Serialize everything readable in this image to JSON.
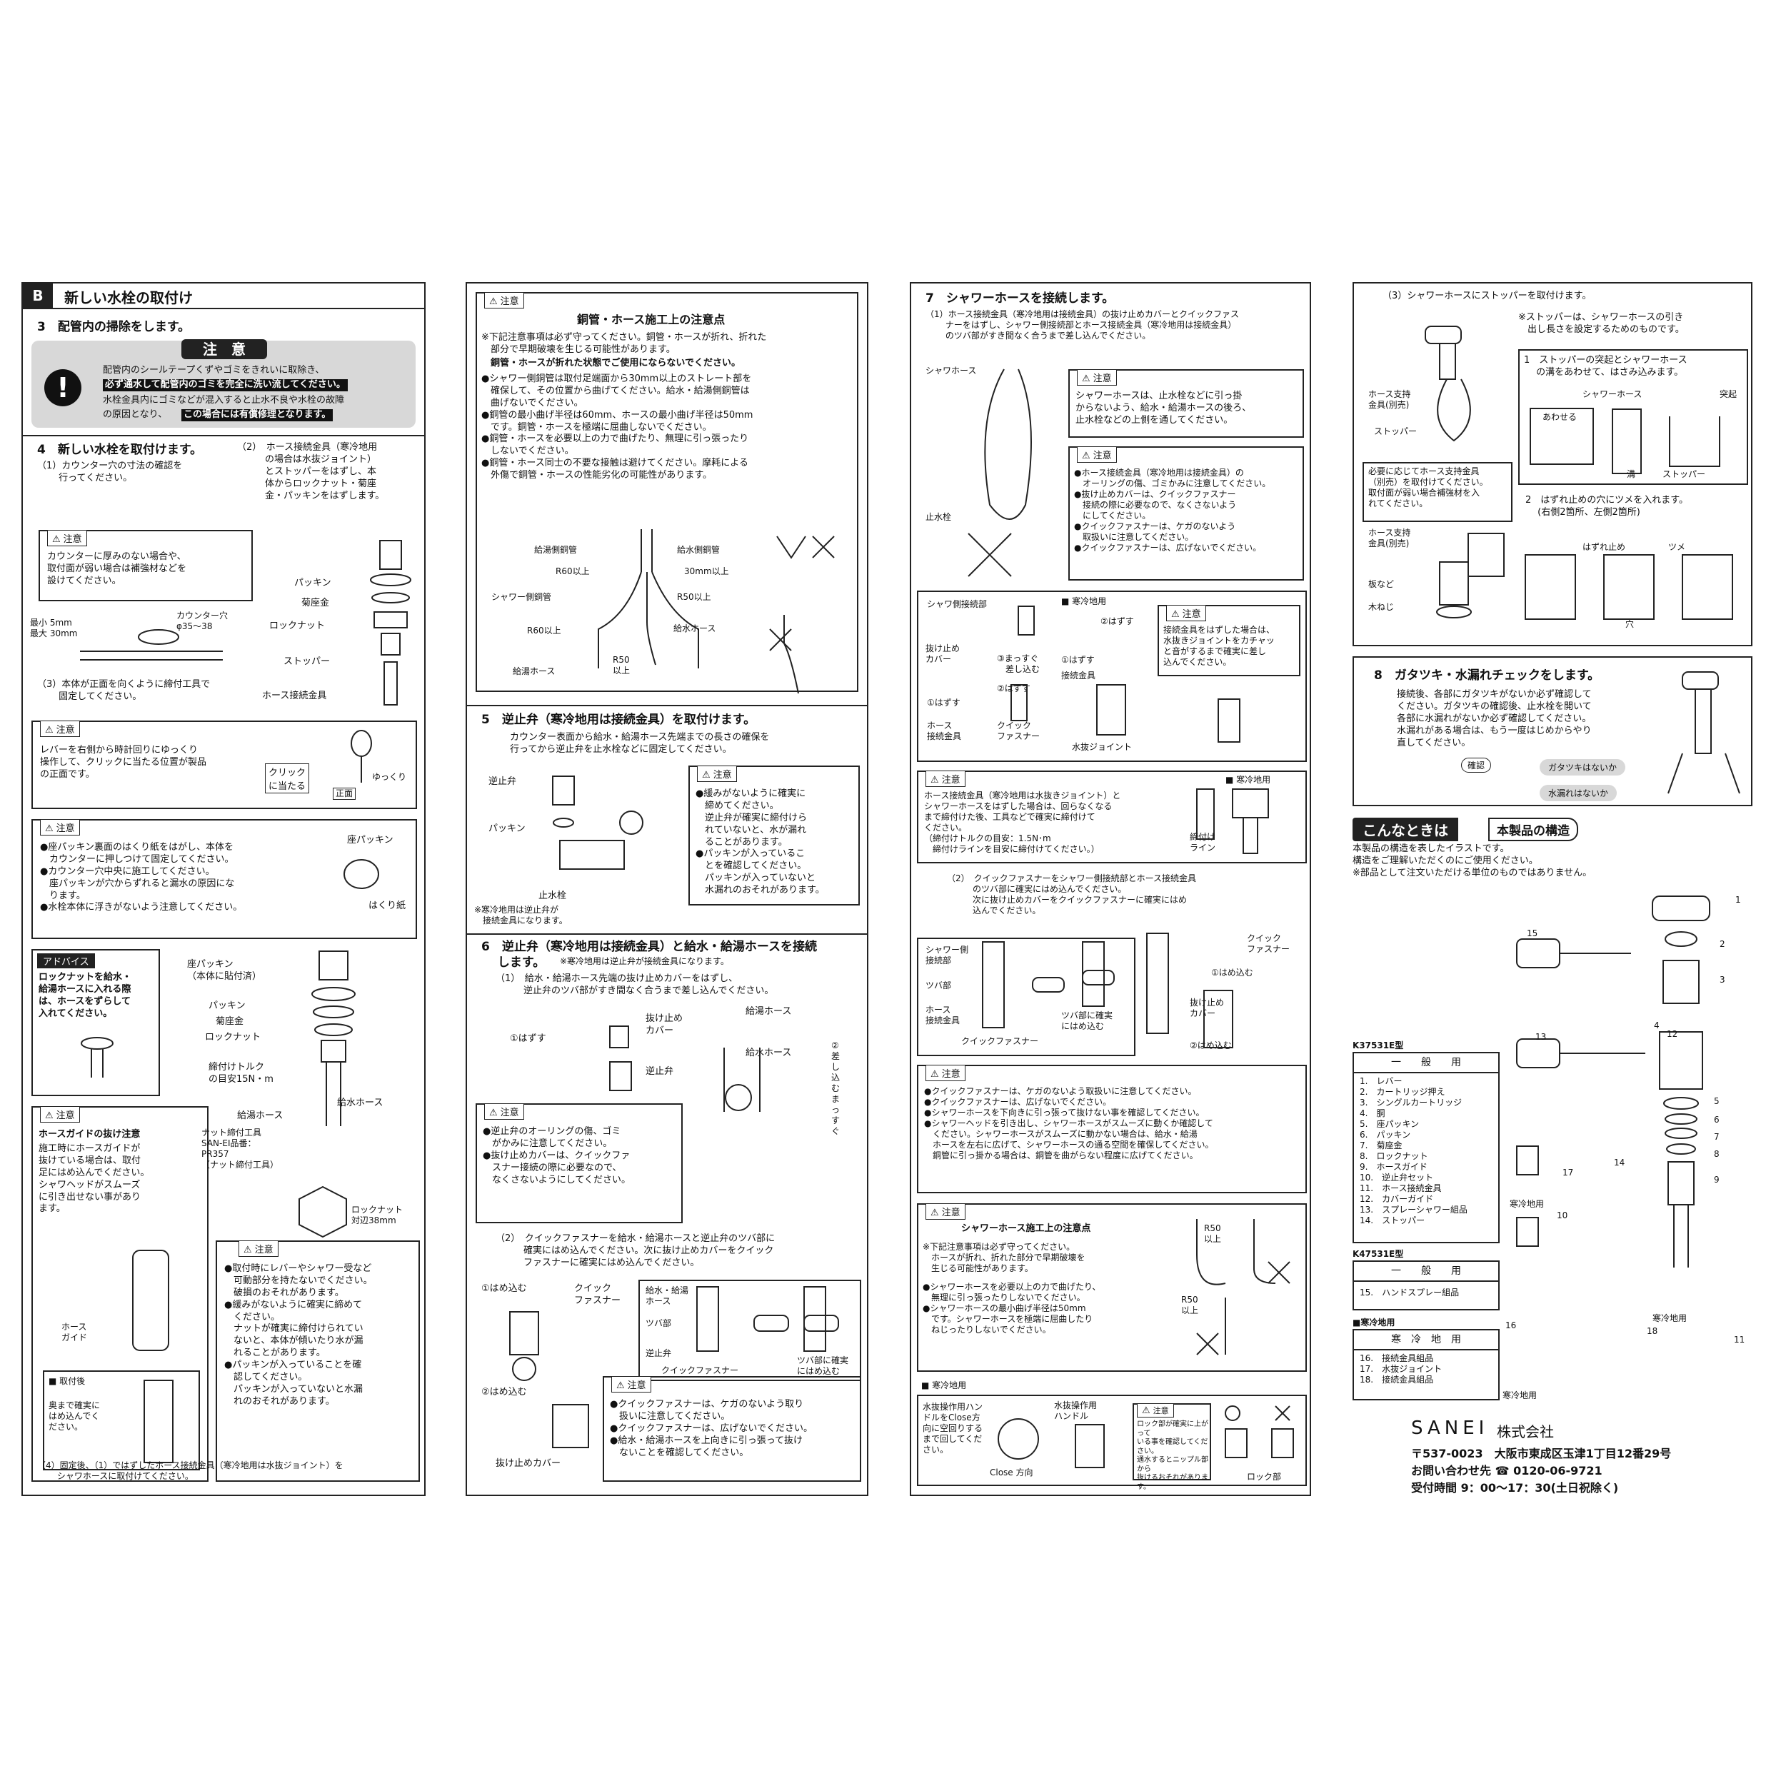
{
  "col1": {
    "section_letter": "B",
    "section_title": "新しい水栓の取付け",
    "step3": "3　配管内の掃除をします。",
    "caution_title": "注　意",
    "caution_l1": "配管内のシールテープくずやゴミをきれいに取除き、",
    "caution_l2": "必ず通水して配管内のゴミを完全に洗い流してください。",
    "caution_l3": "水栓金具内にゴミなどが混入すると止水不良や水栓の故障",
    "caution_l4a": "の原因となり、",
    "caution_l4b": "この場合には有償修理となります。",
    "step4": "4　新しい水栓を取付けます。",
    "step4_1": "（1）カウンター穴の寸法の確認を\n　　 行ってください。",
    "step4_2": "（2）　ホース接続金具（寒冷地用\n　　　の場合は水抜ジョイント）\n　　　とストッパーをはずし、本\n　　　体からロックナット・菊座\n　　　金・パッキンをはずします。",
    "note_label": "注意",
    "note1": "カウンターに厚みのない場合や、\n取付面が弱い場合は補強材などを\n設けてください。",
    "dim1": "最小 5mm\n最大 30mm",
    "dim2": "カウンター穴\nφ35～38",
    "part_packing": "パッキン",
    "part_kikuza": "菊座金",
    "part_locknut": "ロックナット",
    "part_stopper": "ストッパー",
    "part_hose_conn": "ホース接続金具",
    "step4_3": "（3）本体が正面を向くように締付工具で\n　　 固定してください。",
    "note2": "レバーを右側から時計回りにゆっくり\n操作して、クリックに当たる位置が製品\nの正面です。",
    "click_label": "クリック\nに当たる",
    "front_label": "正面",
    "slowly_label": "ゆっくり",
    "note3": "●座パッキン裏面のはくり紙をはがし、本体を\n　カウンターに押しつけて固定してください。\n●カウンター穴中央に施工してください。\n　座パッキンが穴からずれると漏水の原因にな\n　ります。\n●水栓本体に浮きがないよう注意してください。",
    "za_packing": "座パッキン",
    "hakuri": "はくり紙",
    "advice_label": "アドバイス",
    "advice": "ロックナットを給水・\n給湯ホースに入れる際\nは、ホースをずらして\n入れてください。",
    "za_packing2": "座パッキン\n（本体に貼付済）",
    "torque": "締付けトルク\nの目安15N・m",
    "hot_hose": "給湯ホース",
    "cold_hose": "給水ホース",
    "note4_title": "ホースガイドの抜け注意",
    "note4": "施工時にホースガイドが\n抜けている場合は、取付\n足にはめ込んでください。\nシャワヘッドがスムーズ\nに引き出せない事があり\nます。",
    "hose_guide": "ホース\nガイド",
    "after_install": "■ 取付後",
    "after_install_note": "奥まで確実に\nはめ込んでく\nださい。",
    "tool": "ナット締付工具\nSAN-EI品番：\nPR357\n（ナット締付工具）",
    "locknut_size": "ロックナット\n対辺38mm",
    "note5": "●取付時にレバーやシャワー受など\n　可動部分を持たないでください。\n　破損のおそれがあります。\n●緩みがないように確実に締めて\n　ください。\n　ナットが確実に締付けられてい\n　ないと、本体が傾いたり水が漏\n　れることがあります。\n●パッキンが入っていることを確\n　認してください。\n　パッキンが入っていないと水漏\n　れのおそれがあります。",
    "step4_4": "（4）固定後、（1）ではずしたホース接続金具（寒冷地用は水抜ジョイント）を\n　　 シャワホースに取付けてください。"
  },
  "col2": {
    "note_label": "注意",
    "pipe_title": "銅管・ホース施工上の注意点",
    "pipe_intro": "※下記注意事項は必ず守ってください。銅管・ホースが折れ、折れた\n　部分で早期破壊を生じる可能性があります。",
    "pipe_intro_b": "　銅管・ホースが折れた状態でご使用にならないでください。",
    "pipe_list": "●シャワー側銅管は取付足端面から30mm以上のストレート部を\n　確保して、その位置から曲げてください。給水・給湯側銅管は\n　曲げないでください。\n●銅管の最小曲げ半径は60mm、ホースの最小曲げ半径は50mm\n　です。銅管・ホースを極端に屈曲しないでください。\n●銅管・ホースを必要以上の力で曲げたり、無理に引っ張ったり\n　しないでください。\n●銅管・ホース同士の不要な接触は避けてください。摩耗による\n　外傷で銅管・ホースの性能劣化の可能性があります。",
    "lbl_hot_pipe": "給湯側銅管",
    "lbl_cold_pipe": "給水側銅管",
    "lbl_r60a": "R60以上",
    "lbl_30mm": "30mm以上",
    "lbl_shower_pipe": "シャワー側銅管",
    "lbl_r50a": "R50以上",
    "lbl_r60b": "R60以上",
    "lbl_cold_hose": "給水ホース",
    "lbl_hot_hose": "給湯ホース",
    "lbl_r50b": "R50\n以上",
    "step5": "5　逆止弁（寒冷地用は接続金具）を取付けます。",
    "step5_desc": "カウンター表面から給水・給湯ホース先端までの長さの確保を\n行ってから逆止弁を止水栓などに固定してください。",
    "lbl_check_valve": "逆止弁",
    "lbl_packing": "パッキン",
    "lbl_stop_valve": "止水栓",
    "step5_note": "●緩みがないように確実に\n　締めてください。\n　逆止弁が確実に締付けら\n　れていないと、水が漏れ\n　ることがあります。\n●パッキンが入っているこ\n　とを確認してください。\n　パッキンが入っていないと\n　水漏れのおそれがあります。",
    "step5_foot": "※寒冷地用は逆止弁が\n　接続金具になります。",
    "step6": "6　逆止弁（寒冷地用は接続金具）と給水・給湯ホースを接続\n　 します。",
    "step6_small": "※寒冷地用は逆止弁が接続金具になります。",
    "step6_1": "（1）　給水・給湯ホース先端の抜け止めカバーをはずし、\n　　　逆止弁のツバ部がすき間なく合うまで差し込んでください。",
    "lbl_remove": "①はずす",
    "lbl_cover": "抜け止め\nカバー",
    "lbl_hot_hose2": "給湯ホース",
    "lbl_cold_hose2": "給水ホース",
    "lbl_check_valve2": "逆止弁",
    "lbl_insert": "②\n差\nし\n込\nむ\nま\nっ\nす\nぐ",
    "step6_note": "●逆止弁のオーリングの傷、ゴミ\n　がかみに注意してください。\n●抜け止めカバーは、クイックファ\n　スナー接続の際に必要なので、\n　なくさないようにしてください。",
    "step6_2": "（2）　クイックファスナーを給水・給湯ホースと逆止弁のツバ部に\n　　　確実にはめ込んでください。次に抜け止めカバーをクイック\n　　　ファスナーに確実にはめ込んでください。",
    "lbl_fit1": "①はめ込む",
    "lbl_quick": "クイック\nファスナー",
    "lbl_hoses": "給水・給湯\nホース",
    "lbl_tsuba": "ツバ部",
    "lbl_check3": "逆止弁",
    "lbl_quick2": "クイックファスナー",
    "lbl_tsuba_fit": "ツバ部に確実\nにはめ込む",
    "lbl_fit2": "②はめ込む",
    "lbl_cover2": "抜け止めカバー",
    "step6_note2": "●クイックファスナーは、ケガのないよう取り\n　扱いに注意してください。\n●クイックファスナーは、広げないでください。\n●給水・給湯ホースを上向きに引っ張って抜け\n　ないことを確認してください。"
  },
  "col3": {
    "note_label": "注意",
    "step7": "7　シャワーホースを接続します。",
    "step7_1": "（1）ホース接続金具（寒冷地用は接続金具）の抜け止めカバーとクイックファス\n　　 ナーをはずし、シャワー側接続部とホース接続金具（寒冷地用は接続金具）\n　　 のツバ部がすき間なく合うまで差し込んでください。",
    "lbl_shower_hose": "シャワホース",
    "lbl_stop_valve": "止水栓",
    "note_a": "シャワーホースは、止水栓などに引っ掛\nからないよう、給水・給湯ホースの後ろ、\n止水栓などの上側を通してください。",
    "note_b": "●ホース接続金具（寒冷地用は接続金具）の\n　オーリングの傷、ゴミかみに注意してください。\n●抜け止めカバーは、クイックファスナー\n　接続の際に必要なので、なくさないよう\n　にしてください。\n●クイックファスナーは、ケガのないよう\n　取扱いに注意してください。\n●クイックファスナーは、広げないでください。",
    "lbl_shower_side": "シャワ側接続部",
    "lbl_cold_region": "■ 寒冷地用",
    "lbl_remove2": "②はずす",
    "lbl_cover": "抜け止め\nカバー",
    "lbl_straight": "③まっすぐ\n　差し込む",
    "lbl_remove1a": "①はずす",
    "lbl_remove2b": "②はずす",
    "lbl_remove1b": "①はずす",
    "lbl_conn": "接続金具",
    "lbl_hose_conn": "ホース\n接続金具",
    "lbl_quick": "クイック\nファスナー",
    "lbl_drain_joint": "水抜ジョイント",
    "note_c": "接続金具をはずした場合は、\n水抜きジョイントをカチャッ\nと音がするまで確実に差し\n込んでください。",
    "note_d": "ホース接続金具（寒冷地用は水抜きジョイント）と\nシャワーホースをはずした場合は、回らなくなる\nまで締付けた後、工具などで確実に締付けて\nください。\n（締付けトルクの目安：1.5N･m\n　締付けラインを目安に締付けてください。）",
    "lbl_cold_region2": "■ 寒冷地用",
    "lbl_tighten_line": "締付け\nライン",
    "step7_2": "（2）　クイックファスナーをシャワー側接続部とホース接続金具\n　　　のツバ部に確実にはめ込んでください。\n　　　次に抜け止めカバーをクイックファスナーに確実にはめ\n　　　込んでください。",
    "lbl_shower_side2": "シャワー側\n接続部",
    "lbl_tsuba": "ツバ部",
    "lbl_hose_conn2": "ホース\n接続金具",
    "lbl_quick2": "クイックファスナー",
    "lbl_tsuba_fit": "ツバ部に確実\nにはめ込む",
    "lbl_quick3": "クイック\nファスナー",
    "lbl_fit1": "①はめ込む",
    "lbl_cover3": "抜け止め\nカバー",
    "lbl_fit2": "②はめ込む",
    "note_e": "●クイックファスナーは、ケガのないよう取扱いに注意してください。\n●クイックファスナーは、広げないでください。\n●シャワーホースを下向きに引っ張って抜けない事を確認してください。\n●シャワーヘッドを引き出し、シャワーホースがスムーズに動くか確認して\n　ください。シャワーホースがスムーズに動かない場合は、給水・給湯\n　ホースを左右に広げて、シャワーホースの通る空間を確保してください。\n　銅管に引っ掛かる場合は、銅管を曲がらない程度に広げてください。",
    "hose_title": "シャワーホース施工上の注意点",
    "hose_intro": "※下記注意事項は必ず守ってください。\n　ホースが折れ、折れた部分で早期破壊を\n　生じる可能性があります。",
    "hose_list": "●シャワーホースを必要以上の力で曲げたり、\n　無理に引っ張ったりしないでください。\n●シャワーホースの最小曲げ半径は50mm\n　です。シャワーホースを極端に屈曲したり\n　ねじったりしないでください。",
    "lbl_r50a": "R50\n以上",
    "lbl_r50b": "R50\n以上",
    "cold_box_title": "■ 寒冷地用",
    "cold_handle": "水抜操作用ハン\nドルをClose方\n向に空回りする\nまで回してくだ\nさい。",
    "lbl_handle": "水抜操作用\nハンドル",
    "lbl_close": "Close 方向",
    "cold_note": "ロック部が確実に上がって\nいる事を確認してください。\n通水するとニップル部から\n抜けるおそれがあります。",
    "lbl_lock": "ロック部"
  },
  "col4": {
    "step7_3": "（3）シャワーホースにストッパーを取付けます。",
    "stopper_note": "※ストッパーは、シャワーホースの引き\n　出し長さを設定するためのものです。",
    "lbl_hose_support": "ホース支持\n金具(別売)",
    "lbl_stopper": "ストッパー",
    "sub1": "1　ストッパーの突起とシャワーホース\n　 の溝をあわせて、はさみ込みます。",
    "lbl_shower_hose": "シャワーホース",
    "lbl_protrusion": "突起",
    "lbl_align": "あわせる",
    "lbl_groove": "溝",
    "lbl_stopper2": "ストッパー",
    "support_note": "必要に応じてホース支持金具\n（別売）を取付けてください。\n取付面が弱い場合補強材を入\nれてください。",
    "sub2": "2　はずれ止めの穴にツメを入れます。\n　 (右側2箇所、左側2箇所)",
    "lbl_hose_support2": "ホース支持\n金具(別売)",
    "lbl_plate": "板など",
    "lbl_screw": "木ねじ",
    "lbl_stop": "はずれ止め",
    "lbl_claw": "ツメ",
    "lbl_hole": "穴",
    "step8": "8　ガタツキ・水漏れチェックをします。",
    "step8_desc": "接続後、各部にガタツキがないか必ず確認して\nください。ガタツキの確認後、止水栓を開いて\n各部に水漏れがないか必ず確認してください。\n水漏れがある場合は、もう一度はじめからやり\n直してください。",
    "lbl_check": "確認",
    "check1": "ガタツキはないか",
    "check2": "水漏れはないか",
    "struct_title_a": "こんなときは",
    "struct_title_b": "本製品の構造",
    "struct_desc": "本製品の構造を表したイラストです。\n構造をご理解いただくのにご使用ください。\n※部品として注文いただける単位のものではありません。",
    "model1": "K37531E型",
    "general_label": "一　　般　　用",
    "parts1": "1.　レバー\n2.　カートリッジ押え\n3.　シングルカートリッジ\n4.　胴\n5.　座パッキン\n6.　パッキン\n7.　菊座金\n8.　ロックナット\n9.　ホースガイド\n10.　逆止弁セット\n11.　ホース接続金具\n12.　カバーガイド\n13.　スプレーシャワー組品\n14.　ストッパー",
    "model2": "K47531E型",
    "general_label2": "一　　般　　用",
    "parts2": "15.　ハンドスプレー組品",
    "cold_label": "■寒冷地用",
    "cold_table_head": "寒　冷　地　用",
    "parts3": "16.　接続金具組品\n17.　水抜ジョイント\n18.　接続金具組品",
    "lbl_cold1": "寒冷地用",
    "lbl_cold2": "寒冷地用",
    "lbl_cold3": "寒冷地用",
    "callouts": [
      "1",
      "2",
      "3",
      "4",
      "5",
      "6",
      "7",
      "8",
      "9",
      "10",
      "11",
      "12",
      "13",
      "14",
      "15",
      "16",
      "17",
      "18"
    ],
    "company_a": "SANEI",
    "company_b": "株式会社",
    "address": "〒537-0023　大阪市東成区玉津1丁目12番29号",
    "contact": "お問い合わせ先 ☎ 0120-06-9721",
    "hours": "受付時間 9：00～17：30(土日祝除く)"
  }
}
